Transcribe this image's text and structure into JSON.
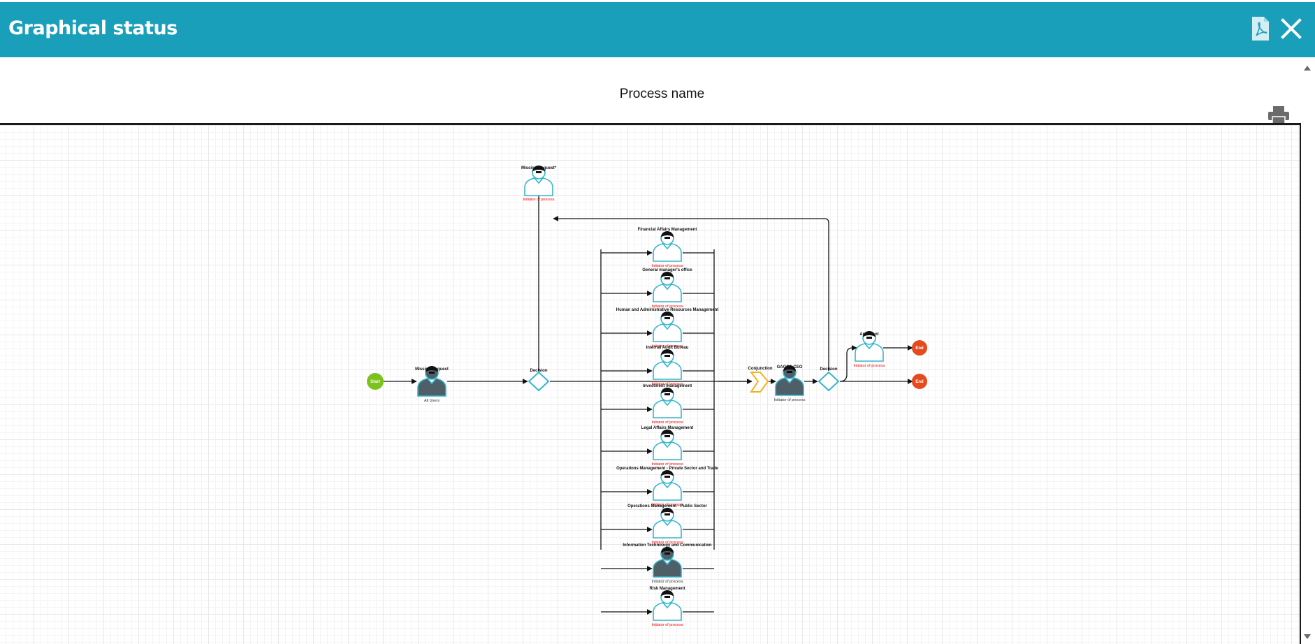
{
  "window": {
    "title": "Graphical status"
  },
  "process": {
    "name": "Process name"
  },
  "colors": {
    "header": "#1a9fba",
    "start": "#7cc21f",
    "end": "#e44b1e",
    "decision": "#35b6cf",
    "conjunction": "#f3b21c",
    "user_outline": "#35b6cf",
    "user_active": "#4f5f68",
    "sublabel": "#ff0000"
  },
  "icons": {
    "pdf": "pdf-icon",
    "close": "close-icon",
    "print": "print-icon",
    "user": "user-icon"
  },
  "diagram": {
    "start": {
      "label": "Start"
    },
    "mission_request": {
      "label": "Mission Request",
      "sub": "All Users"
    },
    "mission_request_top": {
      "label": "Mission Request*",
      "sub": "Initiator of process"
    },
    "decision1": {
      "label": "Decision"
    },
    "departments": [
      {
        "label": "Financial Affairs Management",
        "sub": "Initiator of process"
      },
      {
        "label": "General manager's office",
        "sub": "Initiator of process"
      },
      {
        "label": "Human and Administrative Resources Management",
        "sub": "Initiator of process"
      },
      {
        "label": "Internal Audit Bureau",
        "sub": "Initiator of process"
      },
      {
        "label": "Investment management",
        "sub": "Initiator of process"
      },
      {
        "label": "Legal Affairs Management",
        "sub": "Initiator of process"
      },
      {
        "label": "Operations Management - Private Sector and Trade",
        "sub": "Initiator of process"
      },
      {
        "label": "Operations Management - Public Sector",
        "sub": "Initiator of process"
      },
      {
        "label": "Information Technology and Communication",
        "sub": "Initiator of process"
      },
      {
        "label": "Risk Management",
        "sub": "Initiator of process"
      }
    ],
    "conjunction": {
      "label": "Conjunction"
    },
    "ceo": {
      "label": "GAGCA CEO",
      "sub": "Initiator of process"
    },
    "decision2": {
      "label": "Decision"
    },
    "applicant": {
      "label": "Applicant",
      "sub": "Initiator of process"
    },
    "end1": {
      "label": "End"
    },
    "end2": {
      "label": "End"
    }
  }
}
